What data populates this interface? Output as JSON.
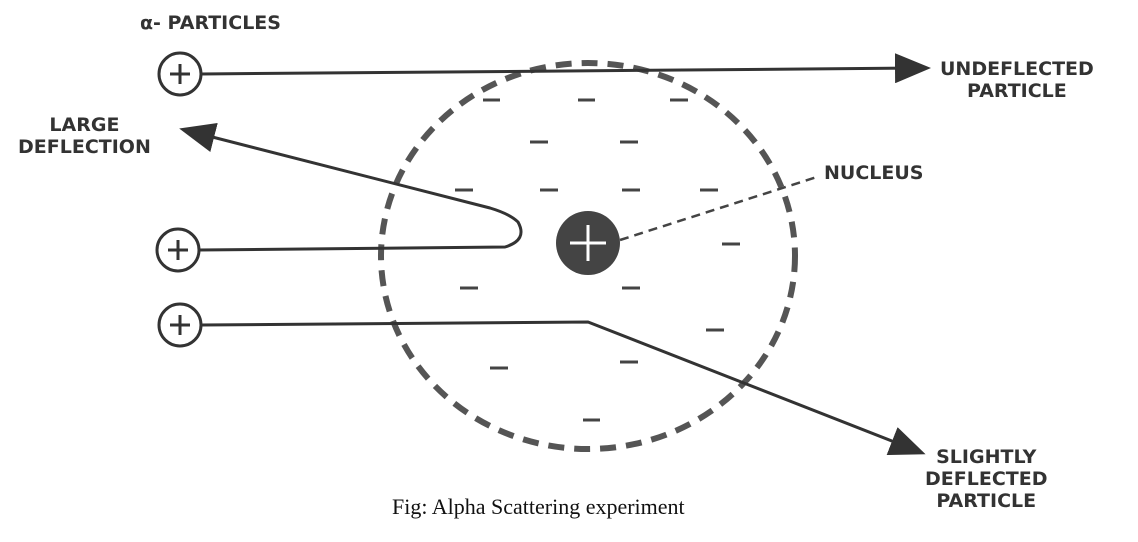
{
  "labels": {
    "alpha_particles": "α- PARTICLES",
    "undeflected": [
      "UNDEFLECTED",
      "PARTICLE"
    ],
    "large_deflection": [
      "LARGE",
      "DEFLECTION"
    ],
    "nucleus": "NUCLEUS",
    "slightly_deflected": [
      "SLIGHTLY",
      "DEFLECTED",
      "PARTICLE"
    ]
  },
  "caption": "Fig: Alpha Scattering experiment",
  "particle_symbol": "+",
  "electron_symbol": "−",
  "colors": {
    "ink": "#333333",
    "nucleus": "#444444"
  }
}
